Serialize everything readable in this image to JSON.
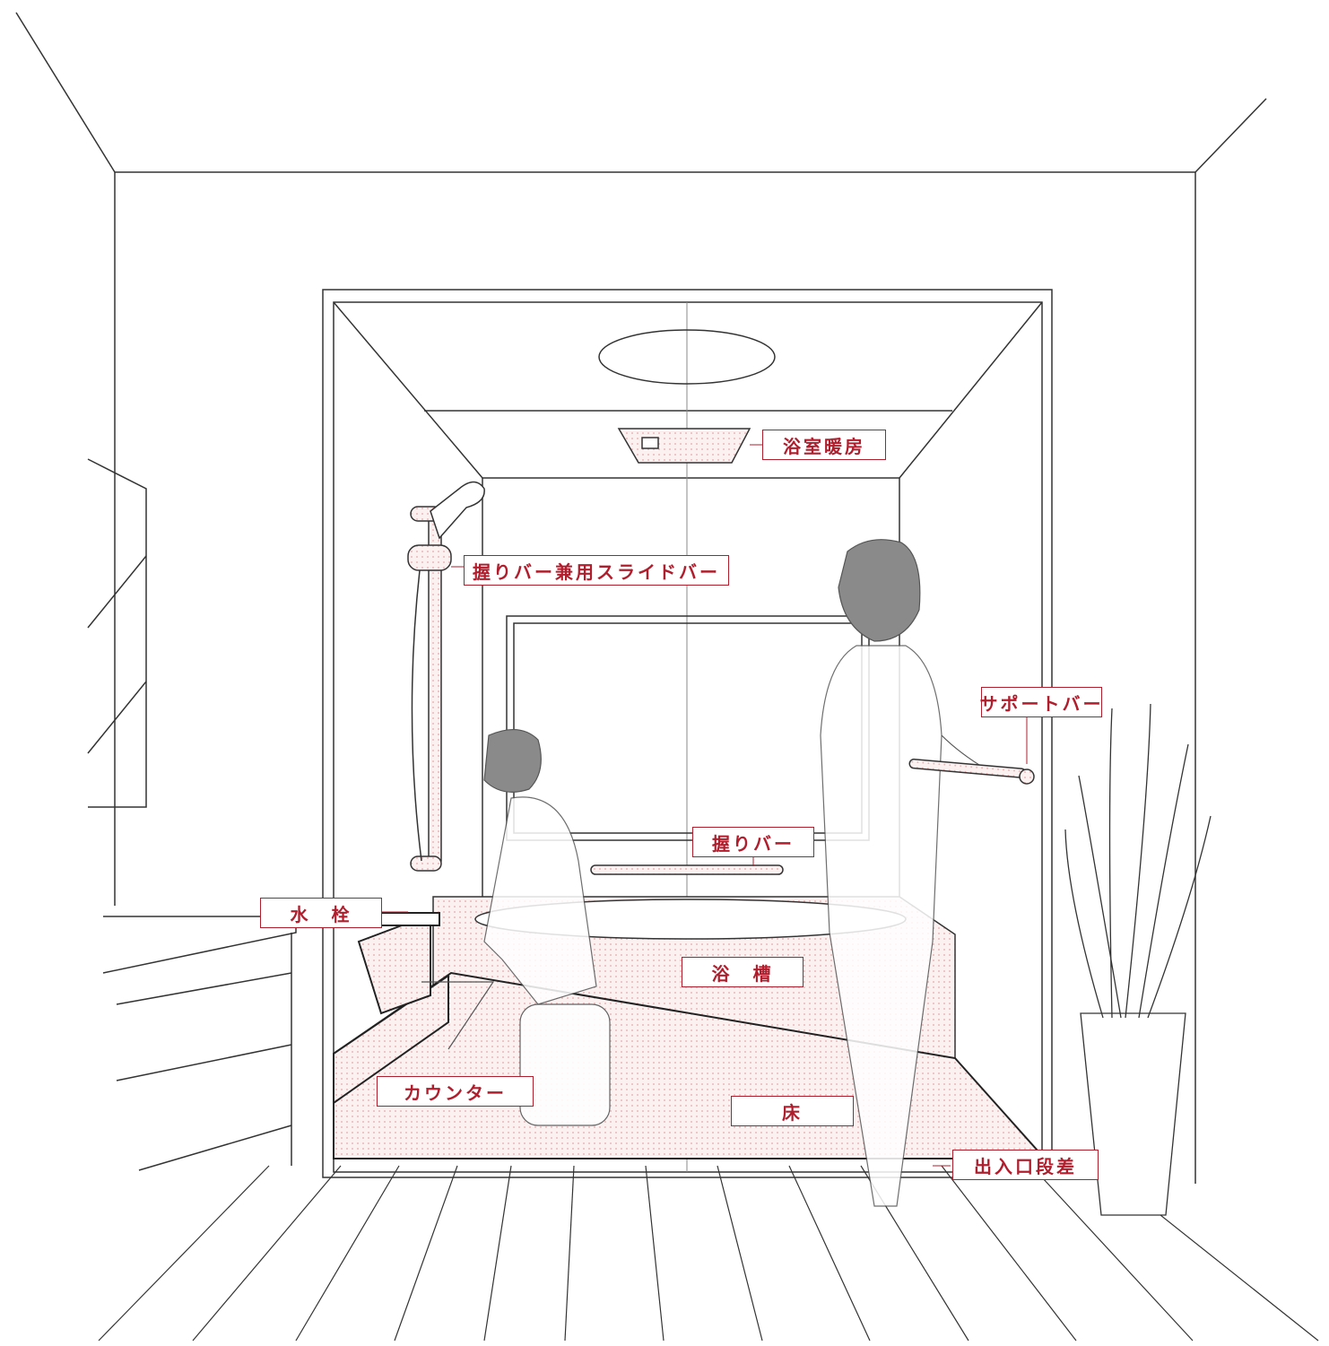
{
  "labels": {
    "bathroom_heater": "浴室暖房",
    "grab_bar_slide_bar": "握りバー兼用スライドバー",
    "support_bar": "サポートバー",
    "grab_bar": "握りバー",
    "faucet": "水　栓",
    "bathtub": "浴　槽",
    "counter": "カウンター",
    "floor": "床",
    "entrance_step": "出入口段差"
  },
  "colors": {
    "label_red": "#b01e2d",
    "line": "#333333",
    "figure_gray": "#8a8a8a",
    "dot_fill": "#f3dcdc"
  }
}
